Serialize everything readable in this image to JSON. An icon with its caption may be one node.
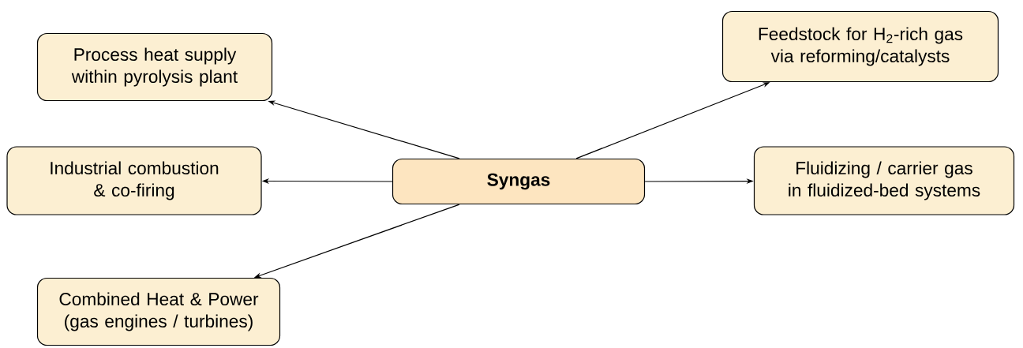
{
  "diagram": {
    "nodes": [
      {
        "text": [
          "Syngas"
        ]
      },
      {
        "text": [
          "Process heat supply within pyrolysis plant"
        ]
      },
      {
        "text": [
          "Feedstock for H$_{2}$-rich gas via reforming/catalysts"
        ]
      },
      {
        "text": [
          "Industrial combustion & co-firing"
        ]
      },
      {
        "text": [
          "Fluidizing / carrier gas in fluidized-bed systems"
        ]
      },
      {
        "text": [
          "Combined Heat & Power (gas engines / turbines)"
        ]
      }
    ],
    "edges": [
      {
        "from": 0,
        "to": 1,
        "arrow": "to"
      },
      {
        "from": 0,
        "to": 2,
        "arrow": "to"
      },
      {
        "from": 0,
        "to": 3,
        "arrow": "to"
      },
      {
        "from": 0,
        "to": 4,
        "arrow": "to"
      },
      {
        "from": 0,
        "to": 5,
        "arrow": "to"
      }
    ]
  }
}
